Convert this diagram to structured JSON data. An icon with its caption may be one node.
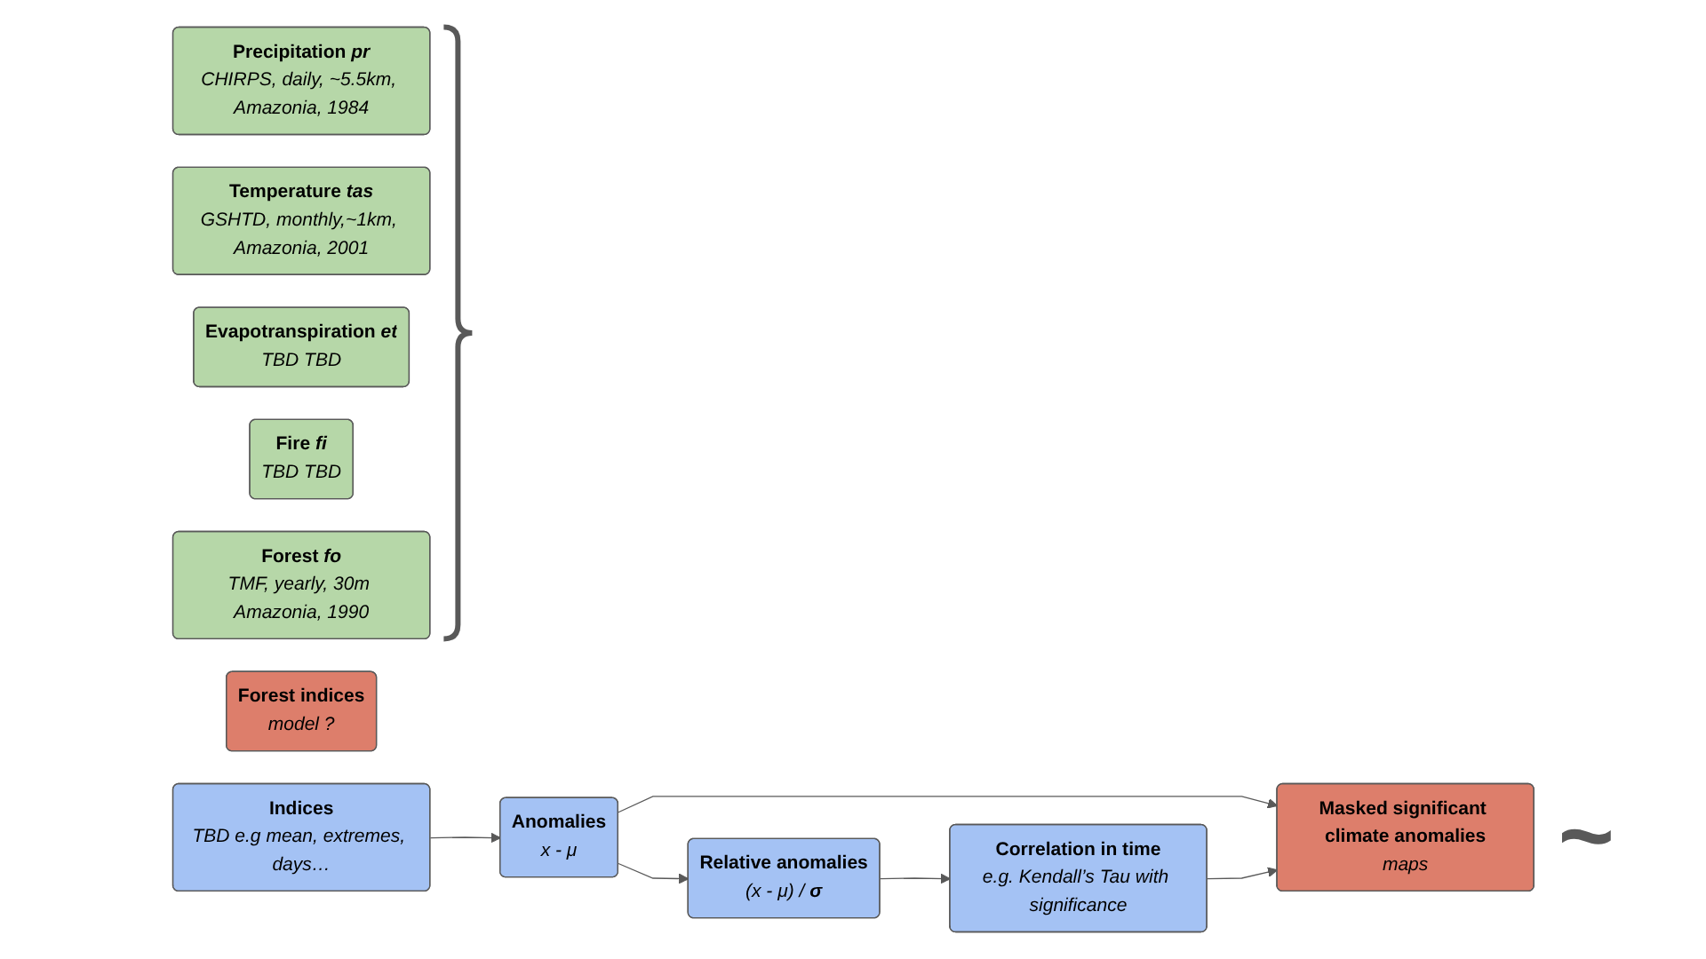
{
  "diagram": {
    "nodes": [
      {
        "text": [
          "Precipitation *pr*",
          "CHIRPS, daily, ~5.5km, Amazonia, 1984"
        ]
      },
      {
        "text": [
          "Temperature *tas*",
          "GSHTD, monthly,~1km, Amazonia, 2001"
        ]
      },
      {
        "text": [
          "Evapotranspiration *et*",
          "TBD TBD"
        ]
      },
      {
        "text": [
          "Fire *fi*",
          "TBD TBD"
        ]
      },
      {
        "text": [
          "Forest *fo*",
          "TMF, yearly, 30m Amazonia, 1990"
        ]
      },
      {
        "text": [
          "Masked significant climate anomalies",
          "maps"
        ]
      },
      {
        "text": [
          "Forest indices",
          "model ?"
        ]
      },
      {
        "text": [
          "Anomalies",
          "x - μ"
        ]
      },
      {
        "text": [
          "Correlation in time",
          "e.g. Kendall’s Tau with significance"
        ]
      },
      {
        "text": [
          "Indices",
          "TBD e.g mean, extremes, days…"
        ]
      },
      {
        "text": [
          "Relative anomalies",
          "(x - μ) / **σ**"
        ]
      }
    ],
    "edges": [
      {
        "from": 9,
        "to": 7,
        "arrow": "to"
      },
      {
        "from": 7,
        "to": 10,
        "arrow": "to"
      },
      {
        "from": 10,
        "to": 8,
        "arrow": "to"
      },
      {
        "from": 7,
        "to": 5,
        "arrow": "to"
      },
      {
        "from": 8,
        "to": 5,
        "arrow": "to"
      }
    ],
    "labels": [
      "~"
    ]
  }
}
